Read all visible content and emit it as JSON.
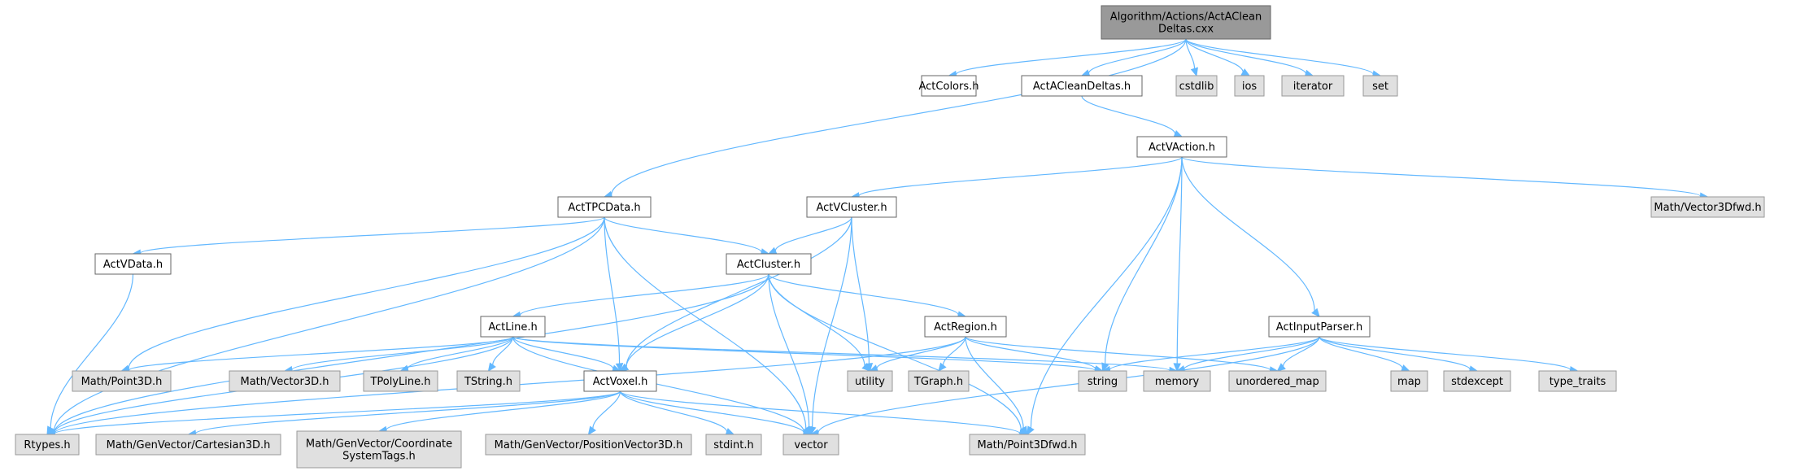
{
  "colors": {
    "root_fill": "#999999",
    "project_fill": "#ffffff",
    "system_fill": "#e0e0e0",
    "project_border": "#666666",
    "system_border": "#999999",
    "edge": "#63b8ff",
    "text": "#000000"
  },
  "nodes": [
    {
      "id": "root",
      "lines": [
        "Algorithm/Actions/ActAClean",
        "Deltas.cxx"
      ],
      "kind": "root"
    },
    {
      "id": "ActColors",
      "lines": [
        "ActColors.h"
      ],
      "kind": "project"
    },
    {
      "id": "ActACleanDeltas",
      "lines": [
        "ActACleanDeltas.h"
      ],
      "kind": "project"
    },
    {
      "id": "cstdlib",
      "lines": [
        "cstdlib"
      ],
      "kind": "system"
    },
    {
      "id": "ios",
      "lines": [
        "ios"
      ],
      "kind": "system"
    },
    {
      "id": "iterator",
      "lines": [
        "iterator"
      ],
      "kind": "system"
    },
    {
      "id": "set",
      "lines": [
        "set"
      ],
      "kind": "system"
    },
    {
      "id": "ActVAction",
      "lines": [
        "ActVAction.h"
      ],
      "kind": "project"
    },
    {
      "id": "ActTPCData",
      "lines": [
        "ActTPCData.h"
      ],
      "kind": "project"
    },
    {
      "id": "ActVCluster",
      "lines": [
        "ActVCluster.h"
      ],
      "kind": "project"
    },
    {
      "id": "Vector3Dfwd",
      "lines": [
        "Math/Vector3Dfwd.h"
      ],
      "kind": "system"
    },
    {
      "id": "ActVData",
      "lines": [
        "ActVData.h"
      ],
      "kind": "project"
    },
    {
      "id": "ActCluster",
      "lines": [
        "ActCluster.h"
      ],
      "kind": "project"
    },
    {
      "id": "ActInputParser",
      "lines": [
        "ActInputParser.h"
      ],
      "kind": "project"
    },
    {
      "id": "ActLine",
      "lines": [
        "ActLine.h"
      ],
      "kind": "project"
    },
    {
      "id": "ActRegion",
      "lines": [
        "ActRegion.h"
      ],
      "kind": "project"
    },
    {
      "id": "Point3D",
      "lines": [
        "Math/Point3D.h"
      ],
      "kind": "system"
    },
    {
      "id": "Vector3D",
      "lines": [
        "Math/Vector3D.h"
      ],
      "kind": "system"
    },
    {
      "id": "TPolyLine",
      "lines": [
        "TPolyLine.h"
      ],
      "kind": "system"
    },
    {
      "id": "TString",
      "lines": [
        "TString.h"
      ],
      "kind": "system"
    },
    {
      "id": "ActVoxel",
      "lines": [
        "ActVoxel.h"
      ],
      "kind": "project"
    },
    {
      "id": "utility",
      "lines": [
        "utility"
      ],
      "kind": "system"
    },
    {
      "id": "TGraph",
      "lines": [
        "TGraph.h"
      ],
      "kind": "system"
    },
    {
      "id": "string",
      "lines": [
        "string"
      ],
      "kind": "system"
    },
    {
      "id": "memory",
      "lines": [
        "memory"
      ],
      "kind": "system"
    },
    {
      "id": "unordered_map",
      "lines": [
        "unordered_map"
      ],
      "kind": "system"
    },
    {
      "id": "map",
      "lines": [
        "map"
      ],
      "kind": "system"
    },
    {
      "id": "stdexcept",
      "lines": [
        "stdexcept"
      ],
      "kind": "system"
    },
    {
      "id": "type_traits",
      "lines": [
        "type_traits"
      ],
      "kind": "system"
    },
    {
      "id": "Rtypes",
      "lines": [
        "Rtypes.h"
      ],
      "kind": "system"
    },
    {
      "id": "Cartesian3D",
      "lines": [
        "Math/GenVector/Cartesian3D.h"
      ],
      "kind": "system"
    },
    {
      "id": "CoordinateSystemTags",
      "lines": [
        "Math/GenVector/Coordinate",
        "SystemTags.h"
      ],
      "kind": "system"
    },
    {
      "id": "PositionVector3D",
      "lines": [
        "Math/GenVector/PositionVector3D.h"
      ],
      "kind": "system"
    },
    {
      "id": "stdint",
      "lines": [
        "stdint.h"
      ],
      "kind": "system"
    },
    {
      "id": "vector",
      "lines": [
        "vector"
      ],
      "kind": "system"
    },
    {
      "id": "Point3Dfwd",
      "lines": [
        "Math/Point3Dfwd.h"
      ],
      "kind": "system"
    }
  ],
  "edges": [
    [
      "root",
      "ActTPCData"
    ],
    [
      "root",
      "ActColors"
    ],
    [
      "root",
      "ActACleanDeltas"
    ],
    [
      "root",
      "cstdlib"
    ],
    [
      "root",
      "ios"
    ],
    [
      "root",
      "iterator"
    ],
    [
      "root",
      "set"
    ],
    [
      "ActACleanDeltas",
      "ActVAction"
    ],
    [
      "ActVAction",
      "ActVCluster"
    ],
    [
      "ActVAction",
      "Vector3Dfwd"
    ],
    [
      "ActVAction",
      "ActInputParser"
    ],
    [
      "ActVAction",
      "string"
    ],
    [
      "ActVAction",
      "memory"
    ],
    [
      "ActVAction",
      "Point3Dfwd"
    ],
    [
      "ActTPCData",
      "ActVData"
    ],
    [
      "ActTPCData",
      "ActCluster"
    ],
    [
      "ActTPCData",
      "Rtypes"
    ],
    [
      "ActTPCData",
      "Point3D"
    ],
    [
      "ActTPCData",
      "ActVoxel"
    ],
    [
      "ActTPCData",
      "vector"
    ],
    [
      "ActVData",
      "Rtypes"
    ],
    [
      "ActVCluster",
      "ActCluster"
    ],
    [
      "ActVCluster",
      "ActVoxel"
    ],
    [
      "ActVCluster",
      "utility"
    ],
    [
      "ActVCluster",
      "vector"
    ],
    [
      "ActCluster",
      "ActLine"
    ],
    [
      "ActCluster",
      "ActRegion"
    ],
    [
      "ActCluster",
      "ActVoxel"
    ],
    [
      "ActCluster",
      "Rtypes"
    ],
    [
      "ActCluster",
      "utility"
    ],
    [
      "ActCluster",
      "vector"
    ],
    [
      "ActCluster",
      "Point3Dfwd"
    ],
    [
      "ActLine",
      "Point3D"
    ],
    [
      "ActLine",
      "Vector3D"
    ],
    [
      "ActLine",
      "TPolyLine"
    ],
    [
      "ActLine",
      "TString"
    ],
    [
      "ActLine",
      "ActVoxel"
    ],
    [
      "ActLine",
      "Rtypes"
    ],
    [
      "ActLine",
      "string"
    ],
    [
      "ActLine",
      "vector"
    ],
    [
      "ActLine",
      "memory"
    ],
    [
      "ActRegion",
      "utility"
    ],
    [
      "ActRegion",
      "TGraph"
    ],
    [
      "ActRegion",
      "string"
    ],
    [
      "ActRegion",
      "unordered_map"
    ],
    [
      "ActRegion",
      "Rtypes"
    ],
    [
      "ActRegion",
      "Point3Dfwd"
    ],
    [
      "ActInputParser",
      "string"
    ],
    [
      "ActInputParser",
      "memory"
    ],
    [
      "ActInputParser",
      "unordered_map"
    ],
    [
      "ActInputParser",
      "map"
    ],
    [
      "ActInputParser",
      "stdexcept"
    ],
    [
      "ActInputParser",
      "type_traits"
    ],
    [
      "ActInputParser",
      "vector"
    ],
    [
      "ActVoxel",
      "Rtypes"
    ],
    [
      "ActVoxel",
      "Cartesian3D"
    ],
    [
      "ActVoxel",
      "CoordinateSystemTags"
    ],
    [
      "ActVoxel",
      "PositionVector3D"
    ],
    [
      "ActVoxel",
      "stdint"
    ],
    [
      "ActVoxel",
      "vector"
    ],
    [
      "ActVoxel",
      "Point3Dfwd"
    ]
  ]
}
